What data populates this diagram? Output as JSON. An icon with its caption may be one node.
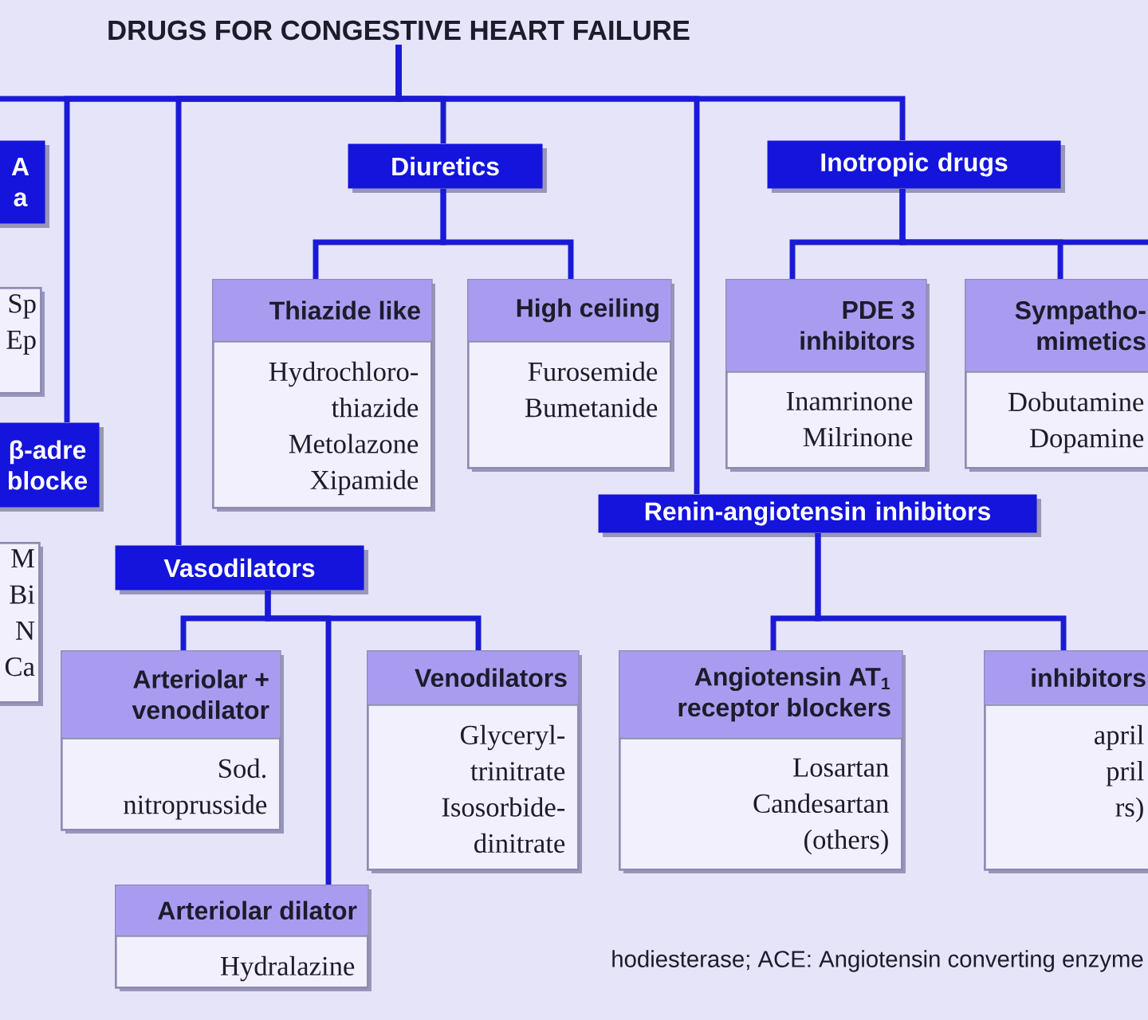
{
  "diagram": {
    "nodes": [
      {
        "text": [
          "DRUGS FOR CONGESTIVE HEART FAILURE"
        ]
      },
      {
        "text": [
          "A a"
        ]
      },
      {
        "text": [
          "Diuretics"
        ]
      },
      {
        "text": [
          "Inotropic drugs"
        ]
      },
      {
        "text": [
          "Sp",
          "Ep"
        ]
      },
      {
        "text": [
          "Thiazide like",
          "Hydrochloro- thiazide",
          "Metolazone",
          "Xipamide"
        ]
      },
      {
        "text": [
          "High ceiling",
          "Furosemide",
          "Bumetanide"
        ]
      },
      {
        "text": [
          "PDE 3 inhibitors",
          "Inamrinone",
          "Milrinone"
        ]
      },
      {
        "text": [
          "Sympatho- mimetics",
          "Dobutamine",
          "Dopamine"
        ]
      },
      {
        "text": [
          "β-adre blocke"
        ]
      },
      {
        "text": [
          "Renin-angiotensin inhibitors"
        ]
      },
      {
        "text": [
          "M",
          "Bi",
          "N",
          "Ca"
        ]
      },
      {
        "text": [
          "Vasodilators"
        ]
      },
      {
        "text": [
          "Arteriolar + venodilator",
          "Sod. nitroprusside"
        ]
      },
      {
        "text": [
          "Venodilators",
          "Glyceryl- trinitrate",
          "Isosorbide- dinitrate"
        ]
      },
      {
        "text": [
          "Angiotensin AT$_{1}$ receptor blockers",
          "Losartan",
          "Candesartan",
          "(others)"
        ]
      },
      {
        "text": [
          "inhibitors",
          "april",
          "pril",
          "rs)"
        ]
      },
      {
        "text": [
          "Arteriolar dilator",
          "Hydralazine"
        ]
      }
    ],
    "edges": [
      {
        "from": 0,
        "to": null,
        "arrow": "none"
      },
      {
        "from": 0,
        "to": 9,
        "arrow": "none"
      },
      {
        "from": 0,
        "to": 12,
        "arrow": "none"
      },
      {
        "from": 0,
        "to": 2,
        "arrow": "none"
      },
      {
        "from": 0,
        "to": 10,
        "arrow": "none"
      },
      {
        "from": 0,
        "to": 3,
        "arrow": "none"
      },
      {
        "from": 2,
        "to": 5,
        "arrow": "none"
      },
      {
        "from": 2,
        "to": 6,
        "arrow": "none"
      },
      {
        "from": 3,
        "to": 7,
        "arrow": "none"
      },
      {
        "from": 3,
        "to": 8,
        "arrow": "none"
      },
      {
        "from": 3,
        "to": null,
        "arrow": "none"
      },
      {
        "from": 10,
        "to": 15,
        "arrow": "none"
      },
      {
        "from": 10,
        "to": 16,
        "arrow": "none"
      },
      {
        "from": 12,
        "to": 13,
        "arrow": "none"
      },
      {
        "from": 12,
        "to": 17,
        "arrow": "none"
      },
      {
        "from": 12,
        "to": 14,
        "arrow": "none"
      }
    ],
    "labels": [
      "hodiesterase; ACE: Angiotensin converting enzyme"
    ]
  }
}
